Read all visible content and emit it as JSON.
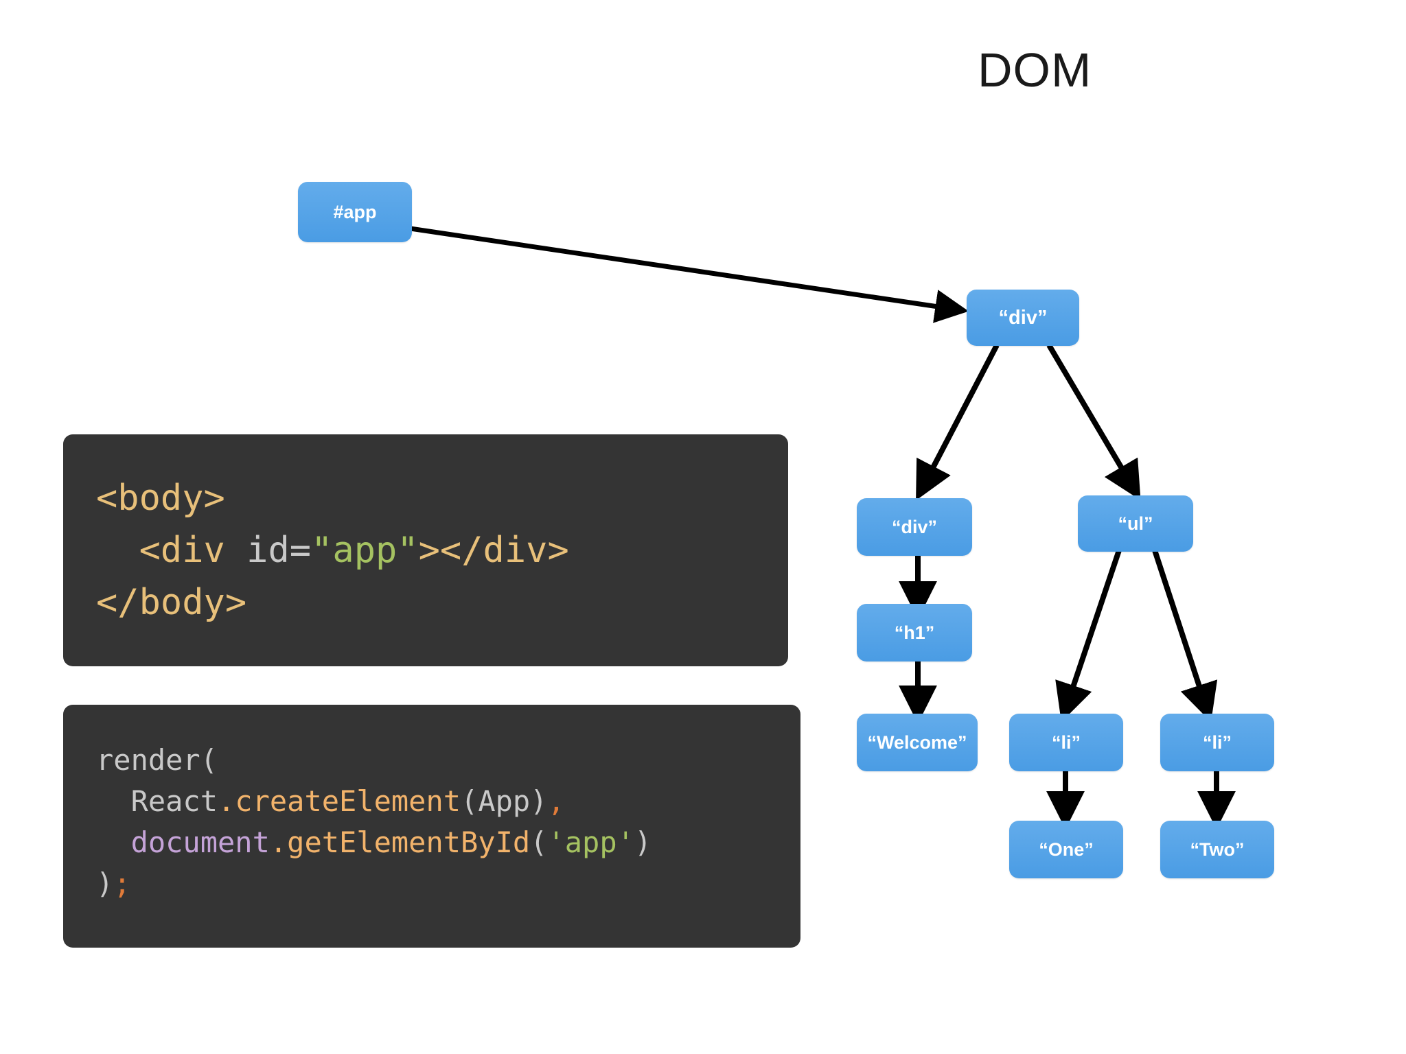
{
  "slide": {
    "title": "DOM",
    "background_color": "#ffffff"
  },
  "code_blocks": [
    {
      "id": "html-snippet",
      "background_color": "#343434",
      "lines": [
        "<body>",
        "  <div id=\"app\"></div>",
        "</body>"
      ],
      "tokens": {
        "line1_tag": "<body>",
        "line2_open": "  <div ",
        "line2_attr": "id=",
        "line2_value": "\"app\"",
        "line2_close": "></div>",
        "line3_tag": "</body>"
      }
    },
    {
      "id": "js-snippet",
      "background_color": "#343434",
      "lines": [
        "render(",
        "  React.createElement(App),",
        "  document.getElementById('app')",
        ");"
      ],
      "tokens": {
        "line1": "render(",
        "line2_obj": "  React",
        "line2_fn": ".createElement",
        "line2_args": "(App)",
        "line2_comma": ",",
        "line3_obj": "  document",
        "line3_fn": ".getElementById",
        "line3_paren_open": "(",
        "line3_str": "'app'",
        "line3_paren_close": ")",
        "line4_paren": ")",
        "line4_semi": ";"
      }
    }
  ],
  "tree": {
    "node_color": "#4a9ce4",
    "node_text_color": "#ffffff",
    "edge_color": "#000000",
    "nodes": [
      {
        "name": "app-root",
        "label": "#app"
      },
      {
        "name": "div-root",
        "label": "“div”"
      },
      {
        "name": "div-child",
        "label": "“div”"
      },
      {
        "name": "ul",
        "label": "“ul”"
      },
      {
        "name": "h1",
        "label": "“h1”"
      },
      {
        "name": "welcome-text",
        "label": "“Welcome”"
      },
      {
        "name": "li-one",
        "label": "“li”"
      },
      {
        "name": "li-two",
        "label": "“li”"
      },
      {
        "name": "one-text",
        "label": "“One”"
      },
      {
        "name": "two-text",
        "label": "“Two”"
      }
    ],
    "edges": [
      {
        "from": "#app",
        "to": "“div”"
      },
      {
        "from": "“div”",
        "to": "“div”"
      },
      {
        "from": "“div”",
        "to": "“ul”"
      },
      {
        "from": "“div”",
        "to": "“h1”"
      },
      {
        "from": "“h1”",
        "to": "“Welcome”"
      },
      {
        "from": "“ul”",
        "to": "“li”"
      },
      {
        "from": "“ul”",
        "to": "“li”"
      },
      {
        "from": "“li”",
        "to": "“One”"
      },
      {
        "from": "“li”",
        "to": "“Two”"
      }
    ]
  }
}
